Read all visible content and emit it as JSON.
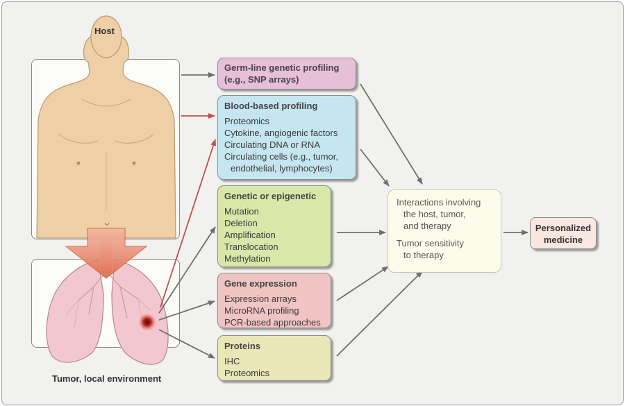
{
  "host_label": "Host",
  "tumor_label": "Tumor, local environment",
  "boxes": {
    "germline": {
      "title": "Germ-line genetic profiling",
      "items": [
        "(e.g., SNP arrays)"
      ]
    },
    "blood": {
      "title": "Blood-based profiling",
      "items": [
        "Proteomics",
        "Cytokine, angiogenic factors",
        "Circulating DNA or RNA",
        "Circulating cells (e.g., tumor,",
        "endothelial, lymphocytes)"
      ]
    },
    "genetic": {
      "title": "Genetic or epigenetic",
      "items": [
        "Mutation",
        "Deletion",
        "Amplification",
        "Translocation",
        "Methylation"
      ]
    },
    "expression": {
      "title": "Gene expression",
      "items": [
        "Expression arrays",
        "MicroRNA profiling",
        "PCR-based approaches"
      ]
    },
    "proteins": {
      "title": "Proteins",
      "items": [
        "IHC",
        "Proteomics"
      ]
    }
  },
  "interactions": {
    "line1": "Interactions involving",
    "line2": "the host, tumor,",
    "line3": "and therapy",
    "line4": "Tumor sensitivity",
    "line5": "to therapy"
  },
  "outcome": {
    "line1": "Personalized",
    "line2": "medicine"
  },
  "colors": {
    "germline": "#e8bfd8",
    "blood": "#c5e6f0",
    "genetic": "#d9e7a9",
    "expression": "#f0c4c2",
    "proteins": "#e9e6b8",
    "red_arrow": "#c0504d",
    "gray_arrow": "#6f6f6f"
  }
}
